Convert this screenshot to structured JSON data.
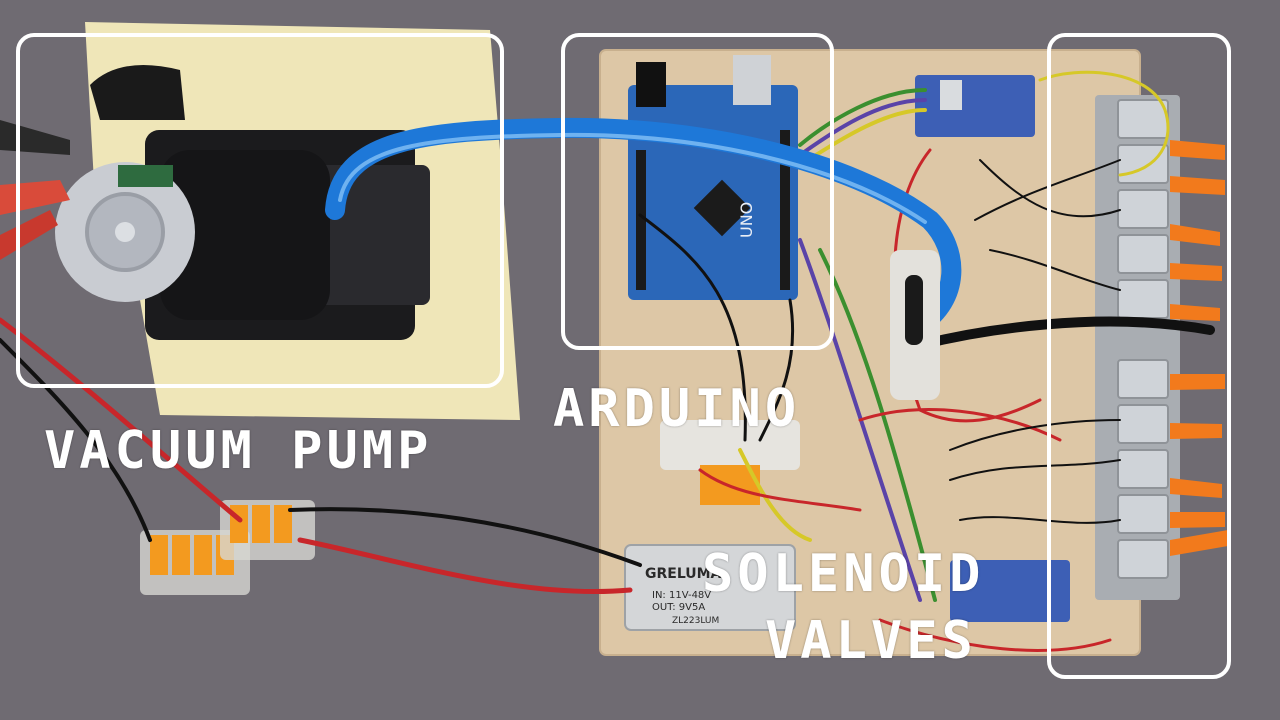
{
  "labels": {
    "vacuum_pump": "VACUUM PUMP",
    "arduino": "ARDUINO",
    "solenoid_line1": "SOLENOID",
    "solenoid_line2": "VALVES",
    "board_marking": "UNO",
    "converter_brand": "GRELUMA",
    "converter_in": "IN: 11V-48V",
    "converter_out": "OUT: 9V5A",
    "converter_model": "ZL223LUM"
  },
  "colors": {
    "background": "#6f6b72",
    "wood": "#ddc7a6",
    "foam": "#efe6b8",
    "tube": "#1e78d8",
    "pcb": "#2b67b8",
    "annotation": "#ffffff",
    "valve_nozzle": "#f27a1c"
  }
}
